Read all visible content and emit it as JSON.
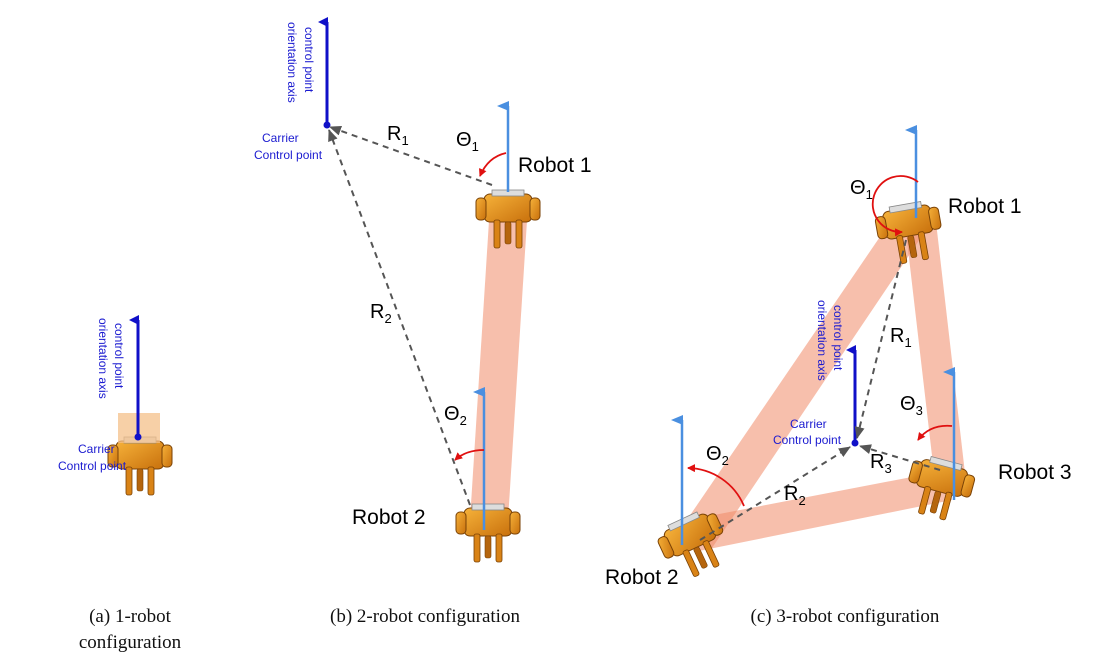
{
  "common": {
    "axis_label_line1": "control point",
    "axis_label_line2": "orientation axis",
    "carrier_line1": "Carrier",
    "carrier_line2": "Control point"
  },
  "panel_a": {
    "caption_line1": "(a) 1-robot",
    "caption_line2": "configuration"
  },
  "panel_b": {
    "caption": "(b) 2-robot configuration",
    "robot1": "Robot 1",
    "robot2": "Robot 2",
    "r1": "R",
    "r1_sub": "1",
    "r2": "R",
    "r2_sub": "2",
    "t1": "Θ",
    "t1_sub": "1",
    "t2": "Θ",
    "t2_sub": "2"
  },
  "panel_c": {
    "caption": "(c) 3-robot configuration",
    "robot1": "Robot 1",
    "robot2": "Robot 2",
    "robot3": "Robot 3",
    "r1": "R",
    "r1_sub": "1",
    "r2": "R",
    "r2_sub": "2",
    "r3": "R",
    "r3_sub": "3",
    "t1": "Θ",
    "t1_sub": "1",
    "t2": "Θ",
    "t2_sub": "2",
    "t3": "Θ",
    "t3_sub": "3"
  },
  "colors": {
    "control_axis": "#1010c8",
    "robot_axis": "#4a8fe0",
    "angle_arc": "#e01010",
    "robot_body": "#e8921a",
    "link_bar": "#f08a68"
  }
}
